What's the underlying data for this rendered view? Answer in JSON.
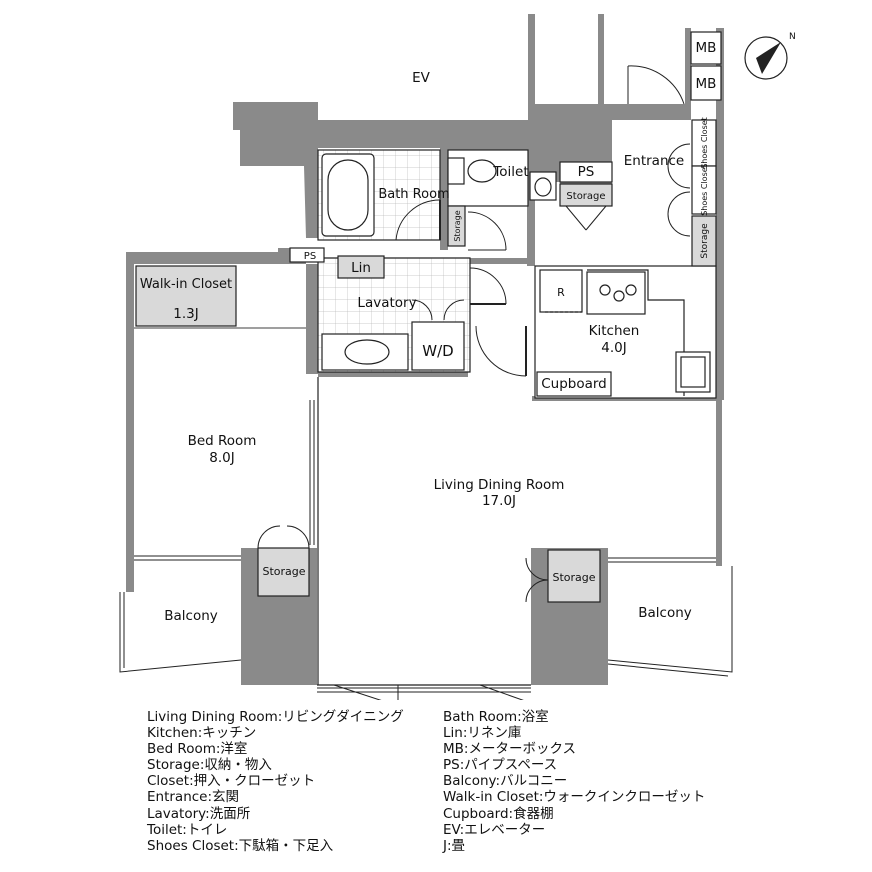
{
  "plan": {
    "rooms": {
      "ev": "EV",
      "mb1": "MB",
      "mb2": "MB",
      "shoes_closet_1": "Shoes Closet",
      "shoes_closet_2": "Shoes Closet",
      "storage_entrance": "Storage",
      "entrance": "Entrance",
      "toilet": "Toilet",
      "ps_toilet": "PS",
      "storage_toilet": "Storage",
      "bath_room": "Bath Room",
      "storage_bath": "Storage",
      "ps_small": "PS",
      "lin": "Lin",
      "lavatory": "Lavatory",
      "wd": "W/D",
      "walkin_closet": "Walk-in Closet",
      "walkin_closet_size": "1.3J",
      "kitchen": "Kitchen",
      "kitchen_size": "4.0J",
      "fridge": "R",
      "cupboard": "Cupboard",
      "bed_room": "Bed Room",
      "bed_room_size": "8.0J",
      "living_dining": "Living Dining Room",
      "living_dining_size": "17.0J",
      "storage_bed": "Storage",
      "storage_living": "Storage",
      "balcony_left": "Balcony",
      "balcony_right": "Balcony"
    },
    "compass_label": "N"
  },
  "legend": {
    "left": [
      "Living Dining Room:リビングダイニング",
      "Kitchen:キッチン",
      "Bed Room:洋室",
      "Storage:収納・物入",
      "Closet:押入・クローゼット",
      "Entrance:玄関",
      "Lavatory:洗面所",
      "Toilet:トイレ",
      "Shoes Closet:下駄箱・下足入"
    ],
    "right": [
      "Bath Room:浴室",
      "Lin:リネン庫",
      "MB:メーターボックス",
      "PS:パイプスペース",
      "Balcony:バルコニー",
      "Walk-in Closet:ウォークインクローゼット",
      "Cupboard:食器棚",
      "EV:エレベーター",
      "J:畳"
    ]
  },
  "colors": {
    "wall": "#8a8a8a",
    "storage_fill": "#d9d9d9",
    "line": "#222222"
  }
}
